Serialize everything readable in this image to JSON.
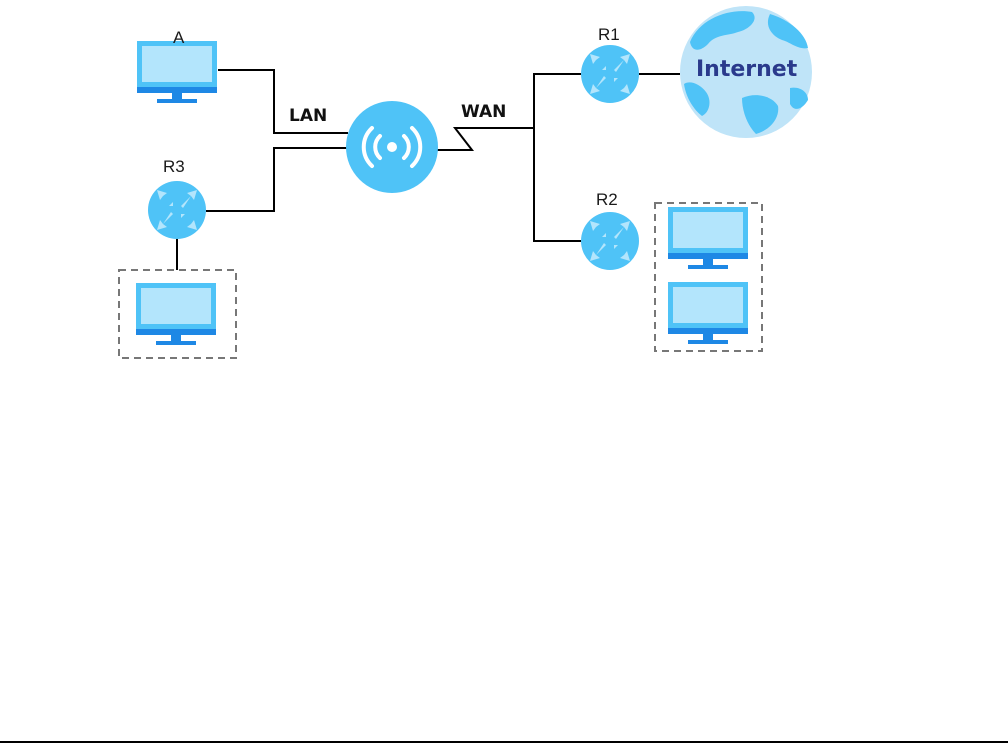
{
  "diagram": {
    "labels": {
      "pc_a": "A",
      "router_r1": "R1",
      "router_r2": "R2",
      "router_r3": "R3",
      "lan": "LAN",
      "wan": "WAN",
      "internet": "Internet"
    },
    "colors": {
      "node_blue": "#4fc3f7",
      "arrow_light": "#b3e5fc",
      "screen_fill": "#b3e5fc",
      "monitor_base": "#1e88e5",
      "globe_ocean": "#bfe4f8",
      "globe_land": "#4fc3f7",
      "internet_text": "#2a3a8c"
    },
    "icons": {
      "pc": "monitor-icon",
      "router": "router-icon",
      "wireless_gateway": "wireless-router-icon",
      "internet": "globe-icon"
    }
  }
}
